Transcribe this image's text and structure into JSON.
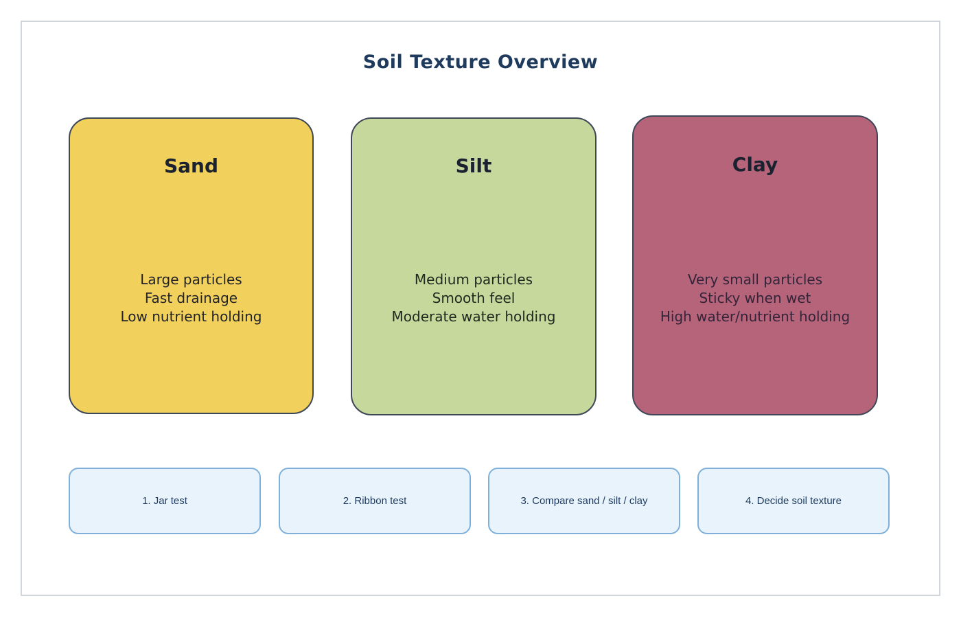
{
  "title": "Soil Texture Overview",
  "cards": [
    {
      "id": "sand",
      "title": "Sand",
      "fill": "#f2d05c",
      "text_color": "#212329",
      "lines": [
        "Large particles",
        "Fast drainage",
        "Low nutrient holding"
      ]
    },
    {
      "id": "silt",
      "title": "Silt",
      "fill": "#c6d89b",
      "text_color": "#222920",
      "lines": [
        "Medium particles",
        "Smooth feel",
        "Moderate water holding"
      ]
    },
    {
      "id": "clay",
      "title": "Clay",
      "fill": "#b6647a",
      "text_color": "#33243a",
      "lines": [
        "Very small particles",
        "Sticky when wet",
        "High water/nutrient holding"
      ]
    }
  ],
  "steps": [
    {
      "label": "1. Jar test"
    },
    {
      "label": "2. Ribbon test"
    },
    {
      "label": "3. Compare sand / silt / clay"
    },
    {
      "label": "4. Decide soil texture"
    }
  ],
  "colors": {
    "page_background": "#ffffff",
    "frame_border": "#d0d6db",
    "card_border": "#3d4757",
    "card_title_text": "#1a2230",
    "heading_text": "#1e3a5c",
    "step_fill": "#e8f3fc",
    "step_border": "#7fb0d9",
    "step_text": "#1d3a5e"
  }
}
